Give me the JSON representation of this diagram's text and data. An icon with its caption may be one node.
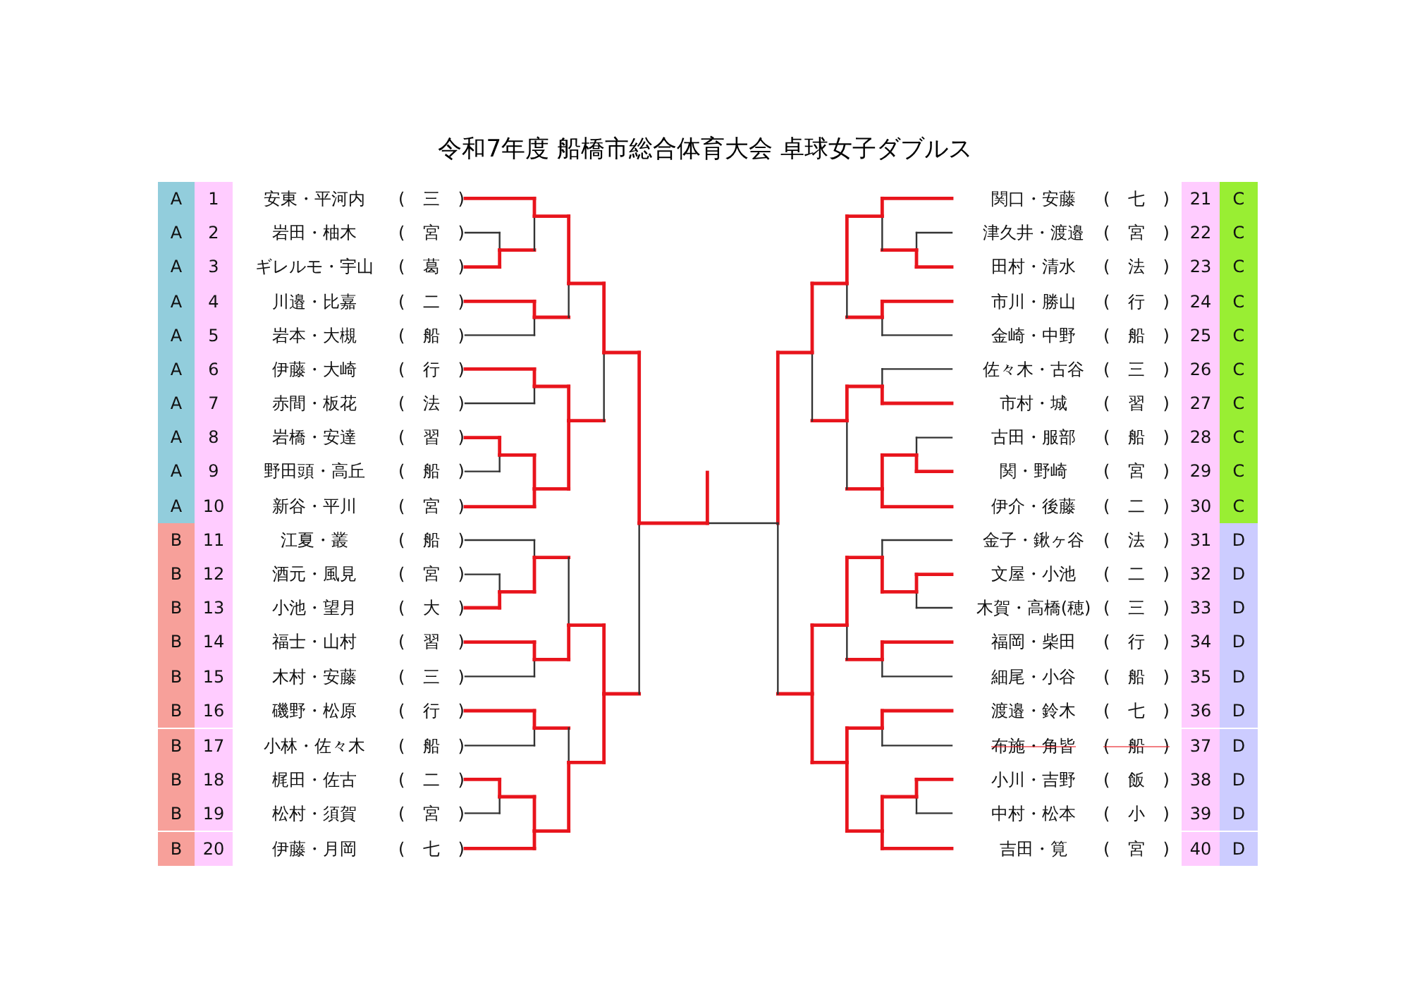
{
  "diagram": {
    "title": "令和7年度 船橋市総合体育大会 卓球女子ダブルス",
    "labels": [
      "A",
      "1",
      "安東・平河内",
      "( 三 )",
      "関口・安藤",
      "( 七 )",
      "21",
      "C",
      "A",
      "2",
      "岩田・柚木",
      "( 宮 )",
      "津久井・渡邉",
      "( 宮 )",
      "22",
      "C",
      "A",
      "3",
      "ギレルモ・宇山",
      "( 葛 )",
      "田村・清水",
      "( 法 )",
      "23",
      "C",
      "A",
      "4",
      "川邉・比嘉",
      "( 二 )",
      "市川・勝山",
      "( 行 )",
      "24",
      "C",
      "A",
      "5",
      "岩本・大槻",
      "( 船 )",
      "金崎・中野",
      "( 船 )",
      "25",
      "C",
      "A",
      "6",
      "伊藤・大崎",
      "( 行 )",
      "佐々木・古谷",
      "( 三 )",
      "26",
      "C",
      "A",
      "7",
      "赤間・板花",
      "( 法 )",
      "市村・城",
      "( 習 )",
      "27",
      "C",
      "A",
      "8",
      "岩橋・安達",
      "( 習 )",
      "古田・服部",
      "( 船 )",
      "28",
      "C",
      "A",
      "9",
      "野田頭・高丘",
      "( 船 )",
      "関・野崎",
      "( 宮 )",
      "29",
      "C",
      "A",
      "10",
      "新谷・平川",
      "( 宮 )",
      "伊介・後藤",
      "( 二 )",
      "30",
      "C",
      "B",
      "11",
      "江夏・叢",
      "( 船 )",
      "金子・鍬ヶ谷",
      "( 法 )",
      "31",
      "D",
      "B",
      "12",
      "酒元・風見",
      "( 宮 )",
      "文屋・小池",
      "( 二 )",
      "32",
      "D",
      "B",
      "13",
      "小池・望月",
      "( 大 )",
      "木賀・高橋(穂)",
      "( 三 )",
      "33",
      "D",
      "B",
      "14",
      "福士・山村",
      "( 習 )",
      "福岡・柴田",
      "( 行 )",
      "34",
      "D",
      "B",
      "15",
      "木村・安藤",
      "( 三 )",
      "細尾・小谷",
      "( 船 )",
      "35",
      "D",
      "B",
      "16",
      "磯野・松原",
      "( 行 )",
      "渡邉・鈴木",
      "( 七 )",
      "36",
      "D",
      "B",
      "17",
      "小林・佐々木",
      "( 船 )",
      "布施・角皆",
      "( 船 )",
      "37",
      "D",
      "B",
      "18",
      "梶田・佐古",
      "( 二 )",
      "小川・吉野",
      "( 飯 )",
      "38",
      "D",
      "B",
      "19",
      "松村・須賀",
      "( 宮 )",
      "中村・松本",
      "( 小 )",
      "39",
      "D",
      "B",
      "20",
      "伊藤・月岡",
      "( 七 )",
      "吉田・筧",
      "( 宮 )",
      "40",
      "D"
    ]
  }
}
